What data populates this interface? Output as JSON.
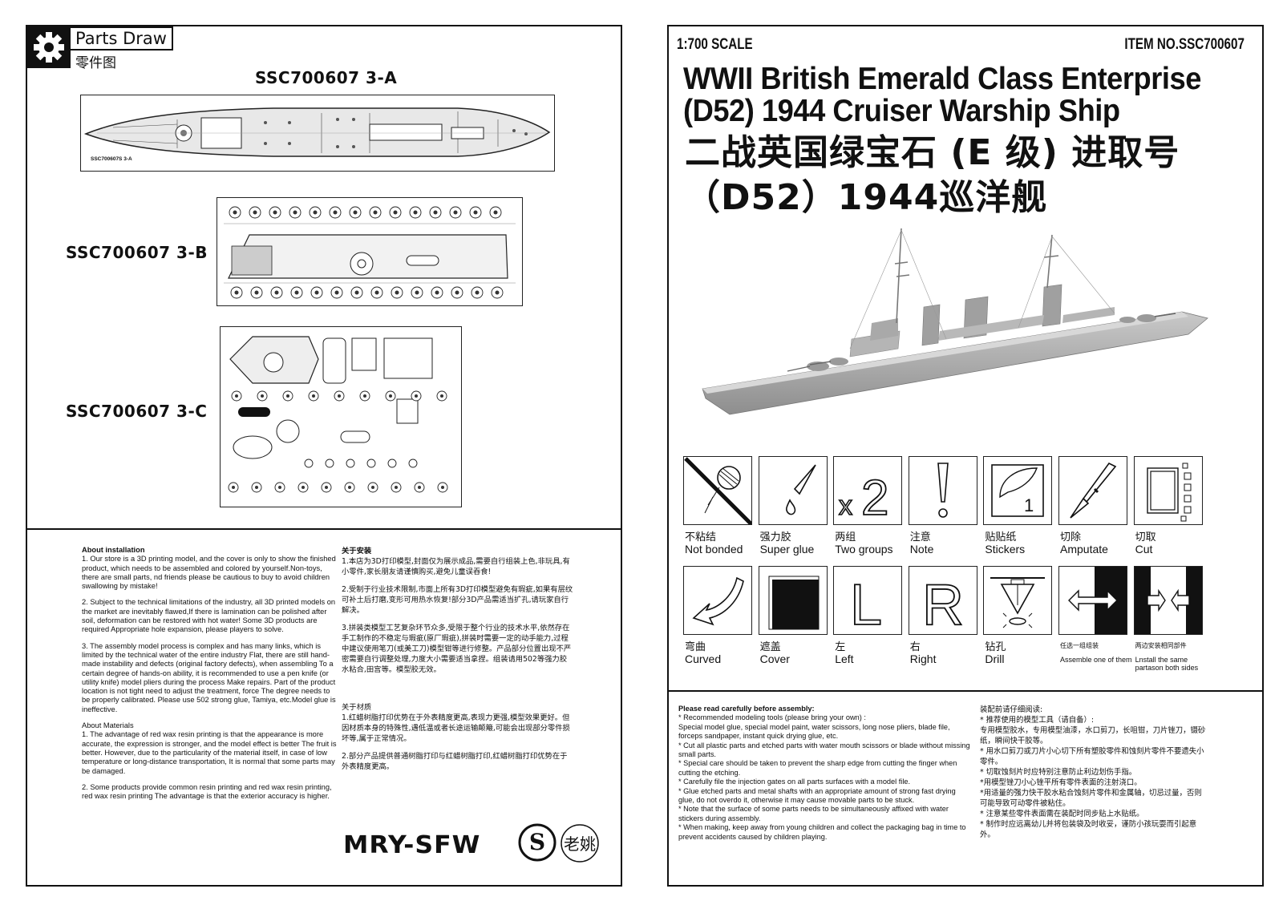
{
  "left": {
    "header": {
      "title": "Parts Draw",
      "subtitle": "零件图"
    },
    "sheets": [
      {
        "label": "SSC700607 3-A",
        "tiny": "SSC700607S 3-A"
      },
      {
        "label": "SSC700607 3-B"
      },
      {
        "label": "SSC700607 3-C"
      }
    ],
    "installation_en": {
      "heading": "About installation",
      "p1": "1. Our store is a 3D printing model, and the cover is only to show the finished product, which needs to be assembled and colored by yourself.Non-toys, there are small parts,  nd friends please be cautious to buy to avoid children swallowing by mistake!",
      "p2": "2. Subject to the technical limitations of the industry, all 3D printed models on the market are inevitably flawed,If there is lamination can be polished after soil, deformation can be restored with hot water! Some 3D products are required Appropriate hole expansion, please players to solve.",
      "p3": "3. The assembly model process is complex and has many links, which is limited by the technical water of the entire industry Flat, there are still hand-made instability and defects (original factory defects), when assembling To a certain degree of hands-on ability, it is recommended to use a pen knife (or utility knife) model pliers during the process Make repairs. Part of the product location is not tight need to adjust the treatment, force The degree needs to be properly calibrated. Please use 502 strong glue, Tamiya, etc.Model glue is ineffective.",
      "materials_heading": "About Materials",
      "m1": "1. The advantage of red wax resin printing is that the appearance is more accurate, the expression is stronger, and the model effect is better The fruit is better. However, due to the particularity of the material itself, in case of low temperature or long-distance transportation, It is normal that some parts may be damaged.",
      "m2": "2. Some products provide common resin printing and red wax resin printing, red wax resin printing The advantage is that the exterior accuracy is higher."
    },
    "installation_cn": {
      "heading": "关于安装",
      "p1": "1.本店为3D打印模型,封面仅为展示成品,需要自行组装上色,非玩具,有小零件,家长朋友请谨慎购买,避免儿童误吞食!",
      "p2": "2.受制于行业技术限制,市面上所有3D打印模型避免有瑕疵,如果有层纹可补土后打磨,变形可用热水恢复!部分3D产品需适当扩孔,请玩家自行解决。",
      "p3": "3.拼装类模型工艺复杂环节众多,受限于整个行业的技术水平,依然存在手工制作的不稳定与瑕疵(原厂瑕疵),拼装时需要一定的动手能力,过程中建议使用笔刀(或美工刀)模型钳等进行修整。产品部分位置出现不严密需要自行调整处理,力度大小需要适当拿捏。组装请用502等强力胶水粘合,田宫等。模型胶无效。",
      "materials_heading": "关于材质",
      "m1": "1.红蜡树脂打印优势在于外表精度更高,表现力更强,模型效果更好。但因材质本身的特殊性,遇低温或者长途运输颠簸,可能会出现部分零件损坏等,属于正常情况。",
      "m2": "2.部分产品提供普通树脂打印与红蜡树脂打印,红蜡树脂打印优势在于外表精度更高。"
    },
    "brand": "MRY-SFW",
    "brand_cn": "老姚"
  },
  "right": {
    "scale": "1:700 SCALE",
    "item_no": "ITEM NO.SSC700607",
    "title_en_1": "WWII British Emerald Class Enterprise",
    "title_en_2": "(D52) 1944 Cruiser Warship Ship",
    "title_cn_1": "二战英国绿宝石 (E 级) 进取号",
    "title_cn_2": "（D52）1944巡洋舰",
    "icons_row1": [
      {
        "cn": "不粘结",
        "en": "Not bonded",
        "icon": "not-bonded-icon"
      },
      {
        "cn": "强力胶",
        "en": "Super glue",
        "icon": "super-glue-icon"
      },
      {
        "cn": "两组",
        "en": "Two groups",
        "icon": "two-groups-icon",
        "glyph": "x2"
      },
      {
        "cn": "注意",
        "en": "Note",
        "icon": "note-icon",
        "glyph": "!"
      },
      {
        "cn": "贴贴纸",
        "en": "Stickers",
        "icon": "stickers-icon",
        "glyph": "1"
      },
      {
        "cn": "切除",
        "en": "Amputate",
        "icon": "amputate-icon"
      },
      {
        "cn": "切取",
        "en": "Cut",
        "icon": "cut-icon"
      }
    ],
    "icons_row2": [
      {
        "cn": "弯曲",
        "en": "Curved",
        "icon": "curved-icon"
      },
      {
        "cn": "遮盖",
        "en": "Cover",
        "icon": "cover-icon"
      },
      {
        "cn": "左",
        "en": "Left",
        "icon": "left-icon",
        "glyph": "L"
      },
      {
        "cn": "右",
        "en": "Right",
        "icon": "right-icon",
        "glyph": "R"
      },
      {
        "cn": "钻孔",
        "en": "Drill",
        "icon": "drill-icon"
      },
      {
        "cn": "任选一组组装",
        "en": "Assemble one of them",
        "icon": "assemble-one-icon"
      },
      {
        "cn": "两边安装相同部件",
        "en": "Lnstall the same partason both sides",
        "icon": "install-both-icon"
      }
    ],
    "assembly_en": {
      "heading": "Please read carefully before assembly:",
      "lines": [
        "* Recommended modeling tools (please bring your own) :",
        "Special model glue, special model paint, water scissors, long nose pliers, blade file, forceps sandpaper, instant quick drying glue, etc.",
        "* Cut all plastic parts and etched parts with water mouth scissors or blade without missing small parts.",
        "* Special care should be taken to prevent the sharp edge from cutting the finger when cutting the etching.",
        "* Carefully file the injection gates on all parts surfaces with a model file.",
        "* Glue etched parts and metal shafts with an appropriate amount of strong fast drying glue, do not overdo it, otherwise it may cause movable parts to be stuck.",
        "* Note that the surface of some parts needs to be simultaneously affixed with water stickers during assembly.",
        "* When making, keep away from young children and collect the packaging bag in time to prevent accidents caused by children playing."
      ]
    },
    "assembly_cn": {
      "heading": "装配前请仔细阅读:",
      "lines": [
        "* 推荐使用的模型工具（请自备）:",
        "专用模型胶水，专用模型油漆，水口剪刀，长咀钳，刀片锉刀，镊砂纸，瞬间快干胶等。",
        "* 用水口剪刀或刀片小心切下所有塑胶零件和蚀刻片零件不要遗失小零件。",
        "* 切取蚀刻片时应特别注意防止利边划伤手指。",
        "*用模型锉刀小心锉平所有零件表面的注射浇口。",
        "*用适量的强力快干胶水粘合蚀刻片零件和金属轴，切忌过量，否则可能导致可动零件被粘住。",
        "* 注意某些零件表面需在装配时同步贴上水贴纸。",
        "* 制作时应远离幼儿并将包装袋及时收妥，谨防小孩玩耍而引起意外。"
      ]
    }
  }
}
